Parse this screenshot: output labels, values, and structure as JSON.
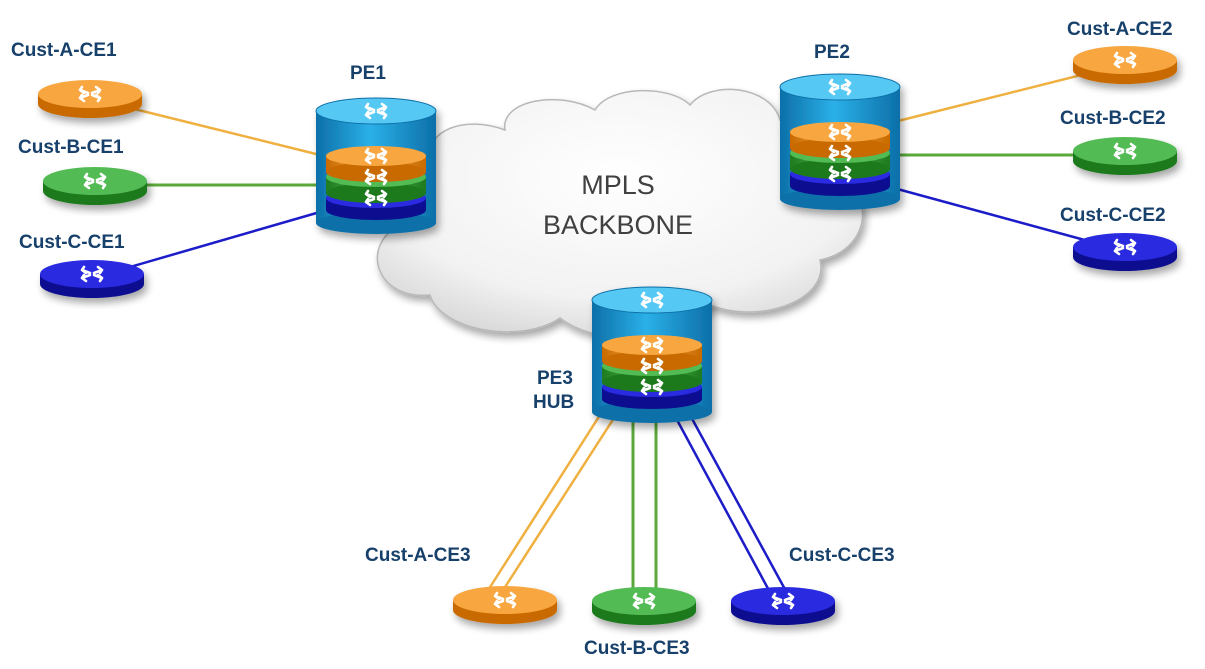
{
  "cloud": {
    "line1": "MPLS",
    "line2": "BACKBONE"
  },
  "colors": {
    "custA": "#f0a020",
    "custB": "#3ea83e",
    "custC": "#1c1cc8",
    "pe": "#1e9fd8",
    "label": "#17406b"
  },
  "pe": [
    {
      "id": "pe1",
      "label": "PE1"
    },
    {
      "id": "pe2",
      "label": "PE2"
    },
    {
      "id": "pe3",
      "label": "PE3",
      "label2": "HUB"
    }
  ],
  "ce": [
    {
      "id": "cust-a-ce1",
      "label": "Cust-A-CE1",
      "customer": "A"
    },
    {
      "id": "cust-b-ce1",
      "label": "Cust-B-CE1",
      "customer": "B"
    },
    {
      "id": "cust-c-ce1",
      "label": "Cust-C-CE1",
      "customer": "C"
    },
    {
      "id": "cust-a-ce2",
      "label": "Cust-A-CE2",
      "customer": "A"
    },
    {
      "id": "cust-b-ce2",
      "label": "Cust-B-CE2",
      "customer": "B"
    },
    {
      "id": "cust-c-ce2",
      "label": "Cust-C-CE2",
      "customer": "C"
    },
    {
      "id": "cust-a-ce3",
      "label": "Cust-A-CE3",
      "customer": "A"
    },
    {
      "id": "cust-b-ce3",
      "label": "Cust-B-CE3",
      "customer": "B"
    },
    {
      "id": "cust-c-ce3",
      "label": "Cust-C-CE3",
      "customer": "C"
    }
  ]
}
